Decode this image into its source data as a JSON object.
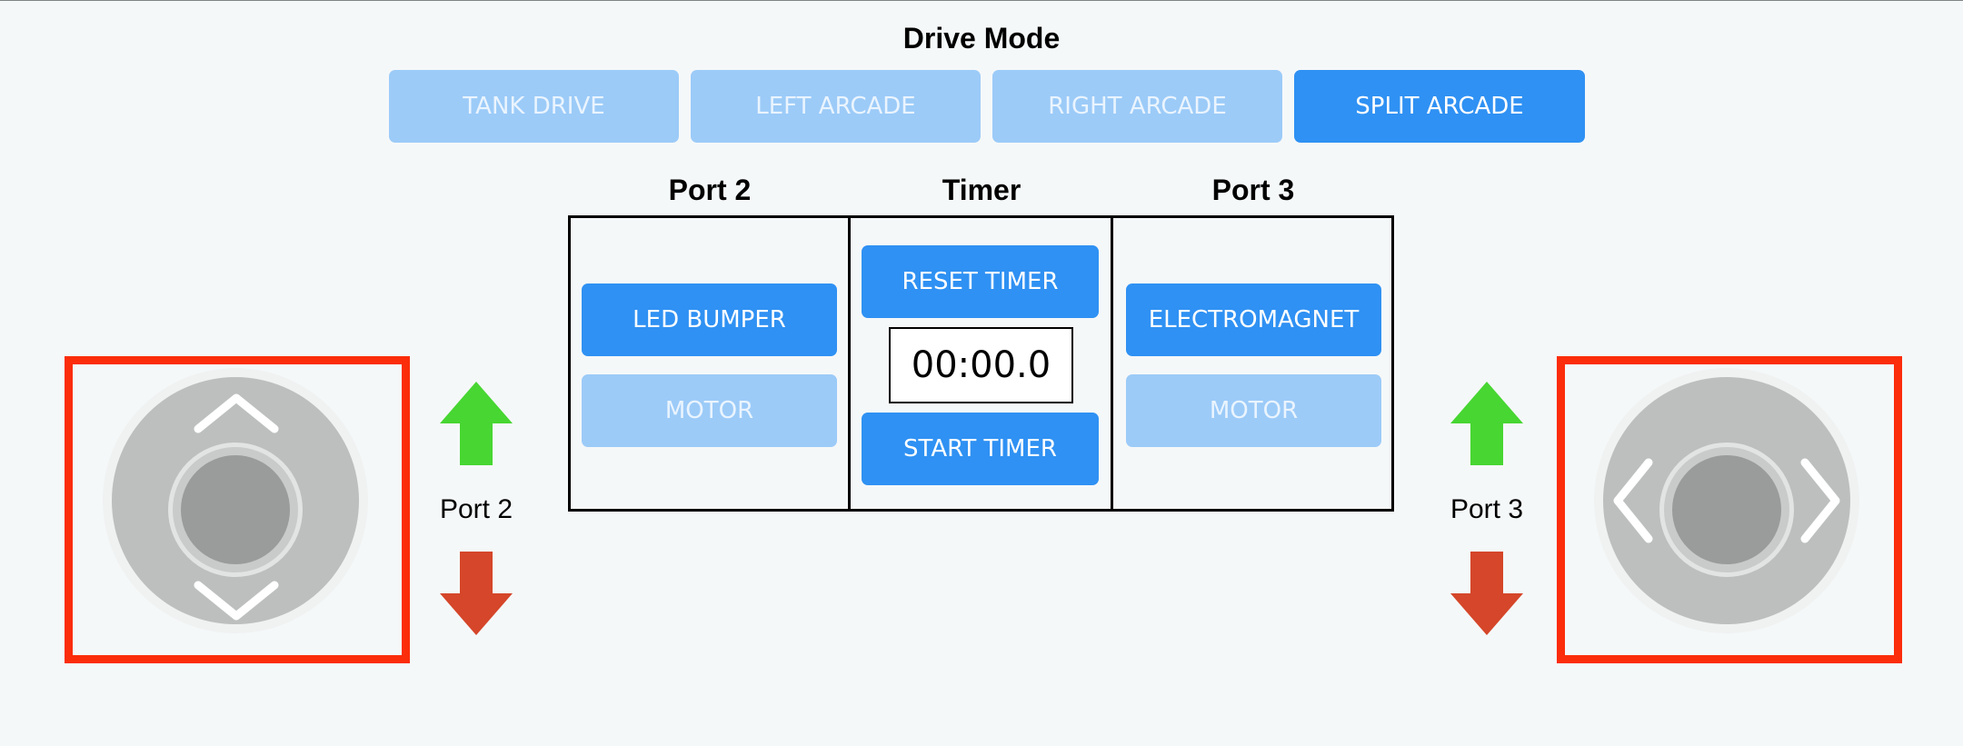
{
  "drive_mode": {
    "title": "Drive Mode",
    "modes": [
      {
        "label": "TANK DRIVE",
        "active": false
      },
      {
        "label": "LEFT ARCADE",
        "active": false
      },
      {
        "label": "RIGHT ARCADE",
        "active": false
      },
      {
        "label": "SPLIT ARCADE",
        "active": true
      }
    ]
  },
  "port2": {
    "title": "Port 2",
    "buttons": [
      {
        "label": "LED BUMPER",
        "active": true
      },
      {
        "label": "MOTOR",
        "active": false
      }
    ],
    "side_label": "Port 2"
  },
  "timer": {
    "title": "Timer",
    "reset_label": "RESET TIMER",
    "display": "00:00.0",
    "start_label": "START TIMER"
  },
  "port3": {
    "title": "Port 3",
    "buttons": [
      {
        "label": "ELECTROMAGNET",
        "active": true
      },
      {
        "label": "MOTOR",
        "active": false
      }
    ],
    "side_label": "Port 3"
  },
  "joysticks": {
    "left": {
      "axis": "vertical",
      "icons": [
        "chevron-up-icon",
        "chevron-down-icon"
      ]
    },
    "right": {
      "axis": "horizontal",
      "icons": [
        "chevron-left-icon",
        "chevron-right-icon"
      ]
    }
  },
  "colors": {
    "active_button": "#2f91f3",
    "inactive_button": "#9ccbf8",
    "joystick_frame": "#fb2d0a",
    "arrow_up": "#47d632",
    "arrow_down": "#d5462a",
    "background": "#f5f8f9"
  }
}
